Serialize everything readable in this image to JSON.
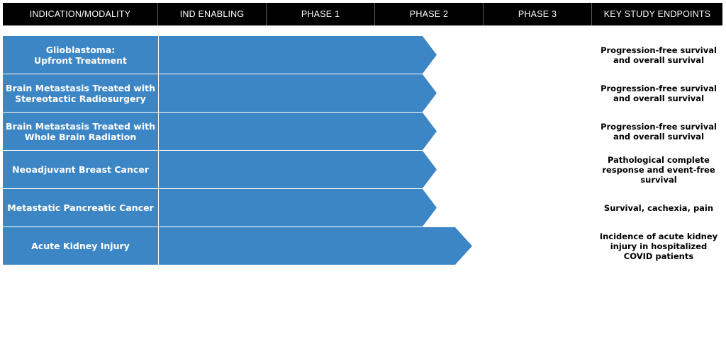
{
  "header": {
    "columns": [
      "INDICATION/MODALITY",
      "IND ENABLING",
      "PHASE 1",
      "PHASE 2",
      "PHASE 3",
      "KEY STUDY ENDPOINTS"
    ]
  },
  "colors": {
    "bar": "#3d86c6",
    "header_bg": "#000000",
    "header_text": "#ffffff"
  },
  "rows": [
    {
      "indication": "Glioblastoma:\nUpfront Treatment",
      "progress_through": "Phase 2",
      "endpoint": "Progression-free survival\nand overall survival"
    },
    {
      "indication": "Brain Metastasis Treated with\nStereotactic Radiosurgery",
      "progress_through": "Phase 2",
      "endpoint": "Progression-free survival\nand overall survival"
    },
    {
      "indication": "Brain Metastasis Treated with\nWhole Brain Radiation",
      "progress_through": "Phase 2",
      "endpoint": "Progression-free survival\nand overall survival"
    },
    {
      "indication": "Neoadjuvant Breast Cancer",
      "progress_through": "Phase 2",
      "endpoint": "Pathological complete\nresponse and event-free\nsurvival"
    },
    {
      "indication": "Metastatic Pancreatic Cancer",
      "progress_through": "Phase 2",
      "endpoint": "Survival, cachexia, pain"
    },
    {
      "indication": "Acute Kidney Injury",
      "progress_through": "Phase 2",
      "endpoint": "Incidence of acute kidney\ninjury in hospitalized\nCOVID patients"
    }
  ]
}
